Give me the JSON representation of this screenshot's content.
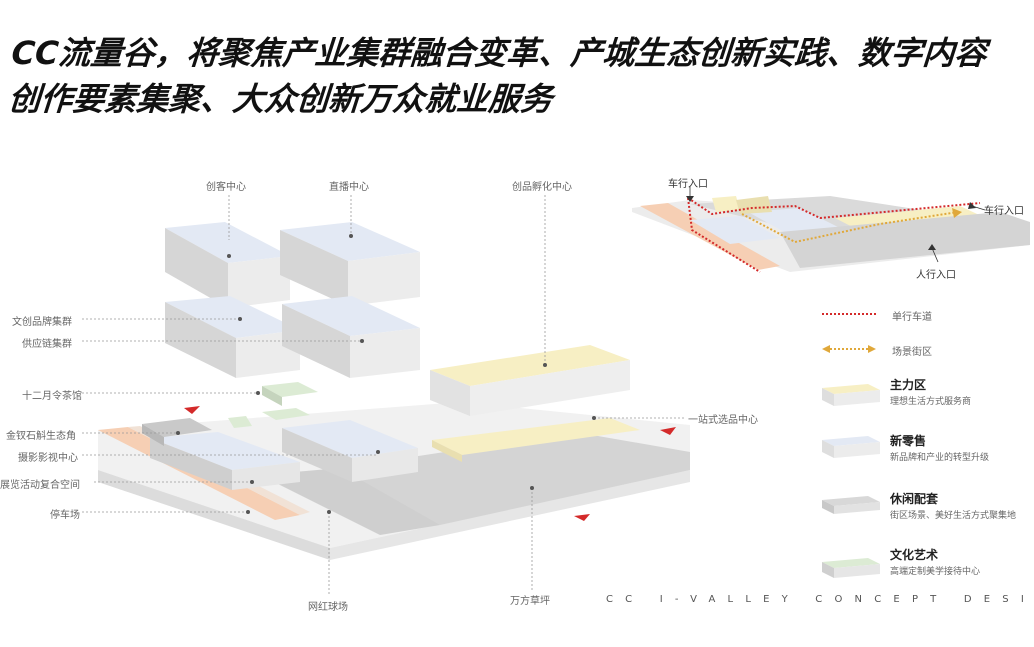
{
  "headline": {
    "line1": "CC流量谷，将聚焦产业集群融合变革、产城生态创新实践、数字内容",
    "line2": "创作要素集聚、大众创新万众就业服务"
  },
  "labels": {
    "chuangke": "创客中心",
    "zhibo": "直播中心",
    "chuangpin": "创品孵化中心",
    "wenchuang": "文创品牌集群",
    "gongying": "供应链集群",
    "shieryue": "十二月令茶馆",
    "jinchai": "金钗石斛生态角",
    "sheying": "摄影影视中心",
    "zhanlan": "展览活动复合空间",
    "tingche": "停车场",
    "wanghong": "网红球场",
    "wanfang": "万方草坪",
    "yizhanshi": "一站式选品中心"
  },
  "site_plan": {
    "car_entry_left": "车行入口",
    "car_entry_right": "车行入口",
    "pedestrian_entry": "人行入口"
  },
  "legend": {
    "one_way": "单行车道",
    "scene_street": "场景街区",
    "main_zone_title": "主力区",
    "main_zone_sub": "理想生活方式服务商",
    "new_retail_title": "新零售",
    "new_retail_sub": "新品牌和产业的转型升级",
    "leisure_title": "休闲配套",
    "leisure_sub": "街区场景、美好生活方式聚集地",
    "culture_title": "文化艺术",
    "culture_sub": "高端定制美学接待中心"
  },
  "footer": "CC I-VALLEY CONCEPT DESIGN",
  "colors": {
    "main_zone": "#f7efc4",
    "new_retail": "#e3e9f4",
    "leisure": "#d8d8d8",
    "culture": "#dcebd4",
    "parking": "#f6cfb4",
    "one_way_line": "#d42a2a",
    "scene_line": "#e0a83a"
  }
}
